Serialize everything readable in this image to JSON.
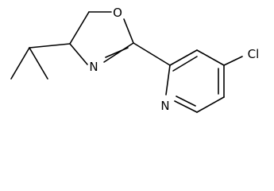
{
  "diagram": {
    "type": "skeletal-structure",
    "atom_labels": {
      "oxygen": "O",
      "nitrogen_oxazoline": "N",
      "nitrogen_pyridine": "N",
      "chlorine": "Cl"
    }
  }
}
